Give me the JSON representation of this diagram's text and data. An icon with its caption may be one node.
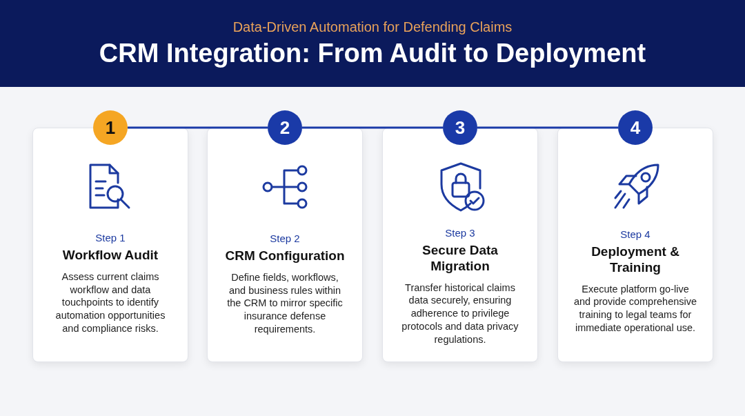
{
  "diagram": {
    "title": "CRM Integration: From Audit to Deployment",
    "nodes": [
      {
        "text": [
          "1"
        ]
      },
      {
        "text": [
          "2"
        ]
      },
      {
        "text": [
          "3"
        ]
      },
      {
        "text": [
          "4"
        ]
      },
      {
        "text": [
          "Step 1",
          "Workflow Audit",
          "Assess current claims workflow and data touchpoints to identify automation opportunities and compliance risks."
        ]
      },
      {
        "text": [
          "Step 2",
          "CRM Configuration",
          "Define fields, workflows, and business rules within the CRM to mirror specific insurance defense requirements."
        ]
      },
      {
        "text": [
          "Step 3",
          "Secure Data Migration",
          "Transfer historical claims data securely, ensuring adherence to privilege protocols and data privacy regulations."
        ]
      },
      {
        "text": [
          "Step 4",
          "Deployment & Training",
          "Execute platform go-live and provide comprehensive training to legal teams for immediate operational use."
        ]
      }
    ],
    "edges": [
      {
        "from": 0,
        "to": 1,
        "arrow": "none"
      },
      {
        "from": 1,
        "to": 2,
        "arrow": "none"
      },
      {
        "from": 2,
        "to": 3,
        "arrow": "none"
      }
    ],
    "labels": [
      "Data-Driven Automation for Defending Claims"
    ]
  }
}
